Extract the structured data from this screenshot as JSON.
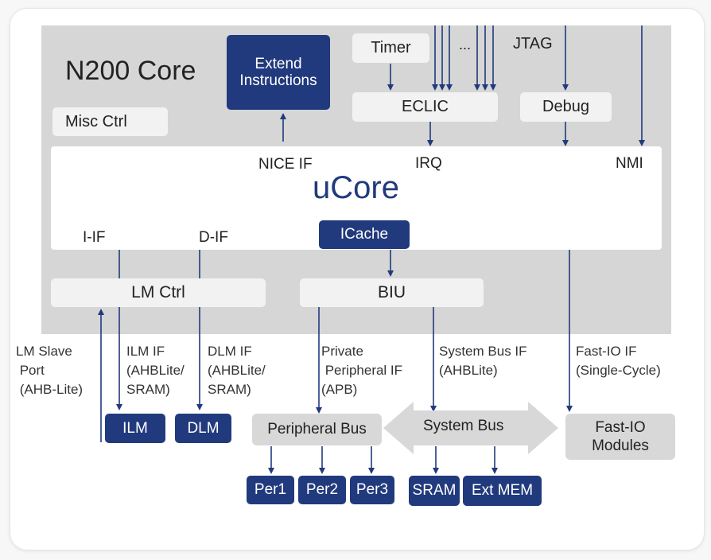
{
  "core": {
    "title": "N200 Core",
    "ucore_label": "uCore"
  },
  "blocks": {
    "extend_instructions": "Extend\nInstructions",
    "timer": "Timer",
    "ellipsis": "...",
    "jtag": "JTAG",
    "eclic": "ECLIC",
    "debug": "Debug",
    "misc_ctrl": "Misc Ctrl",
    "icache": "ICache",
    "lm_ctrl": "LM Ctrl",
    "biu": "BIU",
    "ilm": "ILM",
    "dlm": "DLM",
    "peripheral_bus": "Peripheral Bus",
    "system_bus": "System Bus",
    "fast_io_modules": "Fast-IO\nModules",
    "per1": "Per1",
    "per2": "Per2",
    "per3": "Per3",
    "sram": "SRAM",
    "ext_mem": "Ext MEM"
  },
  "interfaces": {
    "nice_if": "NICE IF",
    "irq": "IRQ",
    "nmi": "NMI",
    "i_if": "I-IF",
    "d_if": "D-IF"
  },
  "bus_notes": {
    "lm_slave_port": "LM Slave\n Port\n (AHB-Lite)",
    "ilm_if": "ILM IF\n(AHBLite/\nSRAM)",
    "dlm_if": "DLM IF\n(AHBLite/\nSRAM)",
    "private_peripheral_if": "Private\n Peripheral IF\n(APB)",
    "system_bus_if": "System Bus IF\n(AHBLite)",
    "fast_io_if": "Fast-IO IF\n(Single-Cycle)"
  },
  "colors": {
    "accent_dark_blue": "#213a7d",
    "core_background": "#d6d6d6",
    "light_block": "#f2f2f2",
    "bus_grey": "#d8d8d8"
  }
}
